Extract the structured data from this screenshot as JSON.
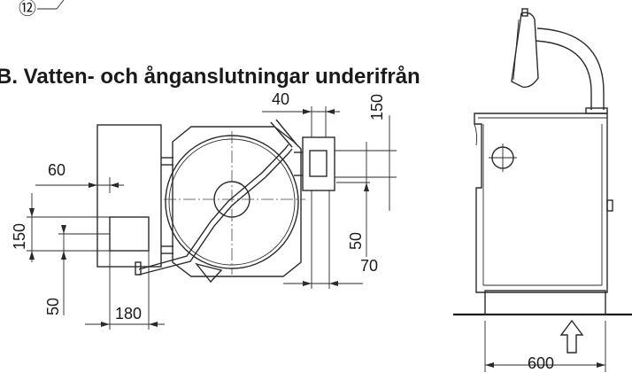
{
  "callout": {
    "number": "⑫"
  },
  "section": {
    "title": "B. Vatten- och ånganslutningar underifrån"
  },
  "dimensions": {
    "d40": "40",
    "d150_top": "150",
    "d60": "60",
    "d150_left": "150",
    "d50_right": "50",
    "d70": "70",
    "d50_left": "50",
    "d180": "180",
    "d600": "600"
  }
}
